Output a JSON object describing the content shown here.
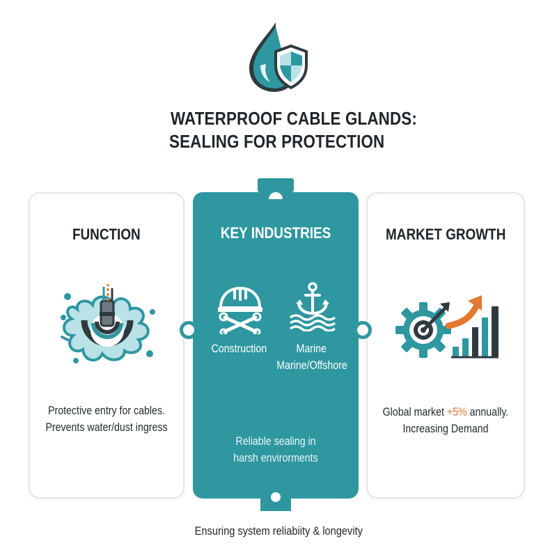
{
  "header": {
    "title_line1": "WATERPROOF CABLE GLANDS:",
    "title_line2": "SEALING FOR PROTECTION",
    "logo_icon": "water-drop-shield-icon"
  },
  "cards": {
    "function": {
      "heading": "FUNCTION",
      "icon": "cable-gland-splash-icon",
      "line1": "Protective entry for cables.",
      "line2": "Prevents water/dust ingress"
    },
    "industries": {
      "heading": "KEY INDUSTRIES",
      "construction_label": "Construction",
      "marine_label": "Marine",
      "offshore_label": "Marine/Offshore",
      "line1": "Reliable sealing in",
      "line2": "harsh envirorments",
      "icons": [
        "hard-hat-wrench-icon",
        "anchor-waves-icon"
      ]
    },
    "growth": {
      "heading": "MARKET GROWTH",
      "icon": "gear-target-bar-chart-icon",
      "line1_prefix": "Global market ",
      "line1_highlight": "+5%",
      "line1_suffix": " annually.",
      "line2": "Increasing Demand"
    }
  },
  "footer": {
    "text": "Ensuring system reliabiity & longevity"
  },
  "colors": {
    "teal": "#2e97a0",
    "dark": "#2f3a3f",
    "accent_orange": "#e5782e",
    "light_teal": "#b9e2e6"
  }
}
